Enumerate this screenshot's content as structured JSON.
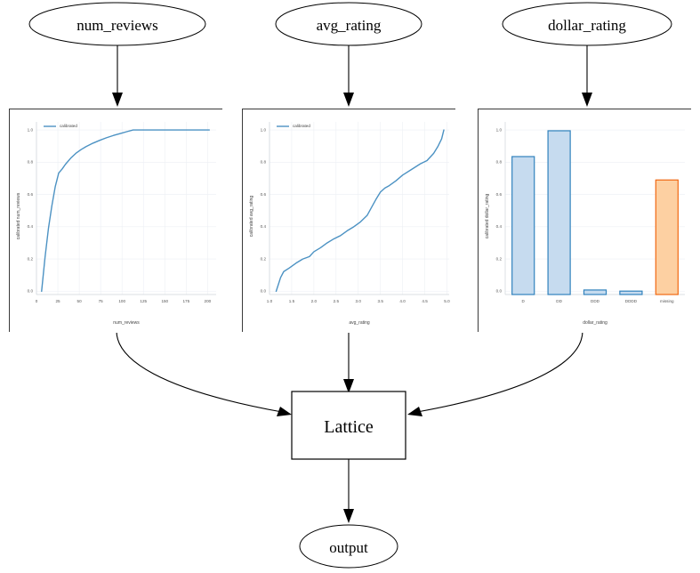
{
  "diagram": {
    "input_nodes": [
      {
        "id": "num_reviews",
        "label": "num_reviews"
      },
      {
        "id": "avg_rating",
        "label": "avg_rating"
      },
      {
        "id": "dollar_rating",
        "label": "dollar_rating"
      }
    ],
    "lattice_node": {
      "label": "Lattice"
    },
    "output_node": {
      "label": "output"
    }
  },
  "colors": {
    "line": "#4c92c3",
    "bar_fill_blue": "#c6dbef",
    "bar_edge_blue": "#3182bd",
    "bar_fill_orange": "#fdd0a2",
    "bar_edge_orange": "#f16913",
    "grid": "#eceff4",
    "text": "#555555",
    "panel_border": "#3a3a3a"
  },
  "chart_data": [
    {
      "type": "line",
      "title": "",
      "xlabel": "num_reviews",
      "ylabel": "calibrated num_reviews",
      "legend": [
        "calibrated"
      ],
      "legend_position": "upper-left",
      "grid": true,
      "xlim": [
        0,
        210
      ],
      "ylim": [
        -0.02,
        1.05
      ],
      "xticks": [
        0,
        25,
        50,
        75,
        100,
        125,
        150,
        175,
        200
      ],
      "xtick_labels": [
        "0",
        "25",
        "50",
        "75",
        "100",
        "125",
        "150",
        "175",
        "200"
      ],
      "yticks": [
        0.0,
        0.2,
        0.4,
        0.6,
        0.8,
        1.0
      ],
      "ytick_labels": [
        "0.0",
        "0.2",
        "0.4",
        "0.6",
        "0.8",
        "1.0"
      ],
      "series": [
        {
          "name": "calibrated",
          "x": [
            6,
            10,
            14,
            18,
            22,
            26,
            30,
            34,
            40,
            46,
            52,
            58,
            66,
            74,
            82,
            90,
            98,
            106,
            113,
            130,
            150,
            170,
            190,
            202
          ],
          "y": [
            0.0,
            0.21,
            0.39,
            0.53,
            0.65,
            0.733,
            0.758,
            0.788,
            0.825,
            0.855,
            0.878,
            0.897,
            0.918,
            0.936,
            0.952,
            0.966,
            0.978,
            0.99,
            1.0,
            1.0,
            1.0,
            1.0,
            1.0,
            1.0
          ]
        }
      ]
    },
    {
      "type": "line",
      "title": "",
      "xlabel": "avg_rating",
      "ylabel": "calibrated avg_rating",
      "legend": [
        "calibrated"
      ],
      "legend_position": "upper-left",
      "grid": true,
      "xlim": [
        1.0,
        5.05
      ],
      "ylim": [
        -0.02,
        1.05
      ],
      "xticks": [
        1.0,
        1.5,
        2.0,
        2.5,
        3.0,
        3.5,
        4.0,
        4.5,
        5.0
      ],
      "xtick_labels": [
        "1.0",
        "1.5",
        "2.0",
        "2.5",
        "3.0",
        "3.5",
        "4.0",
        "4.5",
        "5.0"
      ],
      "yticks": [
        0.0,
        0.2,
        0.4,
        0.6,
        0.8,
        1.0
      ],
      "ytick_labels": [
        "0.0",
        "0.2",
        "0.4",
        "0.6",
        "0.8",
        "1.0"
      ],
      "series": [
        {
          "name": "calibrated",
          "x": [
            1.15,
            1.25,
            1.32,
            1.45,
            1.6,
            1.75,
            1.9,
            2.0,
            2.15,
            2.3,
            2.45,
            2.6,
            2.75,
            2.9,
            3.05,
            3.2,
            3.3,
            3.4,
            3.5,
            3.6,
            3.7,
            3.85,
            4.0,
            4.2,
            4.4,
            4.55,
            4.7,
            4.8,
            4.88,
            4.93
          ],
          "y": [
            0.0,
            0.085,
            0.122,
            0.145,
            0.175,
            0.2,
            0.215,
            0.245,
            0.27,
            0.3,
            0.325,
            0.345,
            0.375,
            0.4,
            0.43,
            0.47,
            0.52,
            0.57,
            0.615,
            0.64,
            0.655,
            0.685,
            0.72,
            0.755,
            0.79,
            0.81,
            0.855,
            0.9,
            0.945,
            1.0
          ]
        }
      ]
    },
    {
      "type": "bar",
      "title": "",
      "xlabel": "dollar_rating",
      "ylabel": "calibrated dollar_rating",
      "grid": true,
      "ylim": [
        -0.02,
        1.05
      ],
      "yticks": [
        0.0,
        0.2,
        0.4,
        0.6,
        0.8,
        1.0
      ],
      "ytick_labels": [
        "0.0",
        "0.2",
        "0.4",
        "0.6",
        "0.8",
        "1.0"
      ],
      "categories": [
        "D",
        "DD",
        "DDD",
        "DDDD",
        "missing"
      ],
      "values": [
        0.835,
        0.995,
        0.008,
        0.001,
        0.69
      ],
      "bar_colors": [
        "blue",
        "blue",
        "blue",
        "blue",
        "orange"
      ]
    }
  ]
}
